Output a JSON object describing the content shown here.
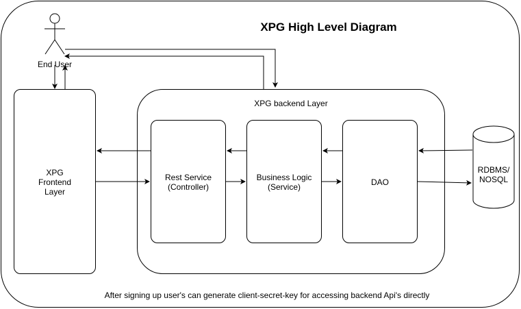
{
  "title": "XPG High Level Diagram",
  "actor": {
    "label": "End User"
  },
  "frontend": {
    "label": "XPG\nFrontend\nLayer"
  },
  "backend": {
    "label": "XPG backend Layer",
    "rest": {
      "label": "Rest Service\n(Controller)"
    },
    "business": {
      "label": "Business Logic\n(Service)"
    },
    "dao": {
      "label": "DAO"
    }
  },
  "database": {
    "label": "RDBMS/\nNOSQL"
  },
  "footnote": "After signing up user's can generate client-secret-key for accessing backend Api's directly"
}
